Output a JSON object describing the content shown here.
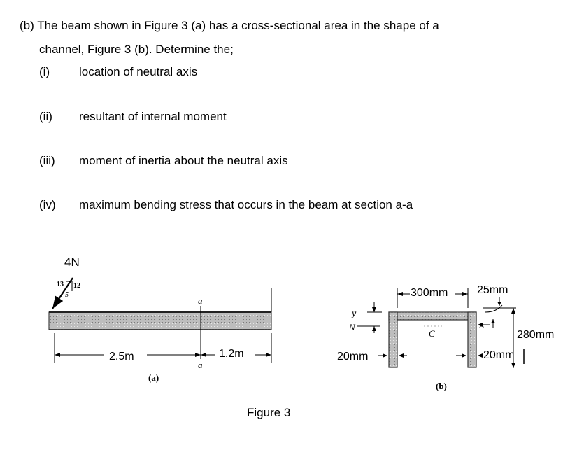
{
  "question": {
    "line1": "(b) The beam shown in Figure 3 (a) has a cross-sectional area in the shape of a",
    "line2": "channel, Figure 3 (b). Determine the;"
  },
  "items": [
    {
      "num": "(i)",
      "text": "location of neutral axis"
    },
    {
      "num": "(ii)",
      "text": "resultant of internal moment"
    },
    {
      "num": "(iii)",
      "text": "moment of inertia about the neutral axis"
    },
    {
      "num": "(iv)",
      "text": "maximum bending stress that occurs in the beam at section a-a"
    }
  ],
  "figure_a": {
    "force": "4N",
    "slope_13": "13",
    "slope_12": "12",
    "slope_5": "5",
    "section_top": "a",
    "section_bottom": "a",
    "dim_left": "2.5m",
    "dim_right": "1.2m",
    "sublabel": "(a)"
  },
  "figure_b": {
    "ybar": "y̅",
    "na": "N",
    "width": "300mm",
    "flange_thk": "25mm",
    "point_a": "A",
    "centroid": "C",
    "height": "280mm",
    "web_left": "20mm",
    "web_right": "20mm",
    "sublabel": "(b)"
  },
  "caption": "Figure 3"
}
